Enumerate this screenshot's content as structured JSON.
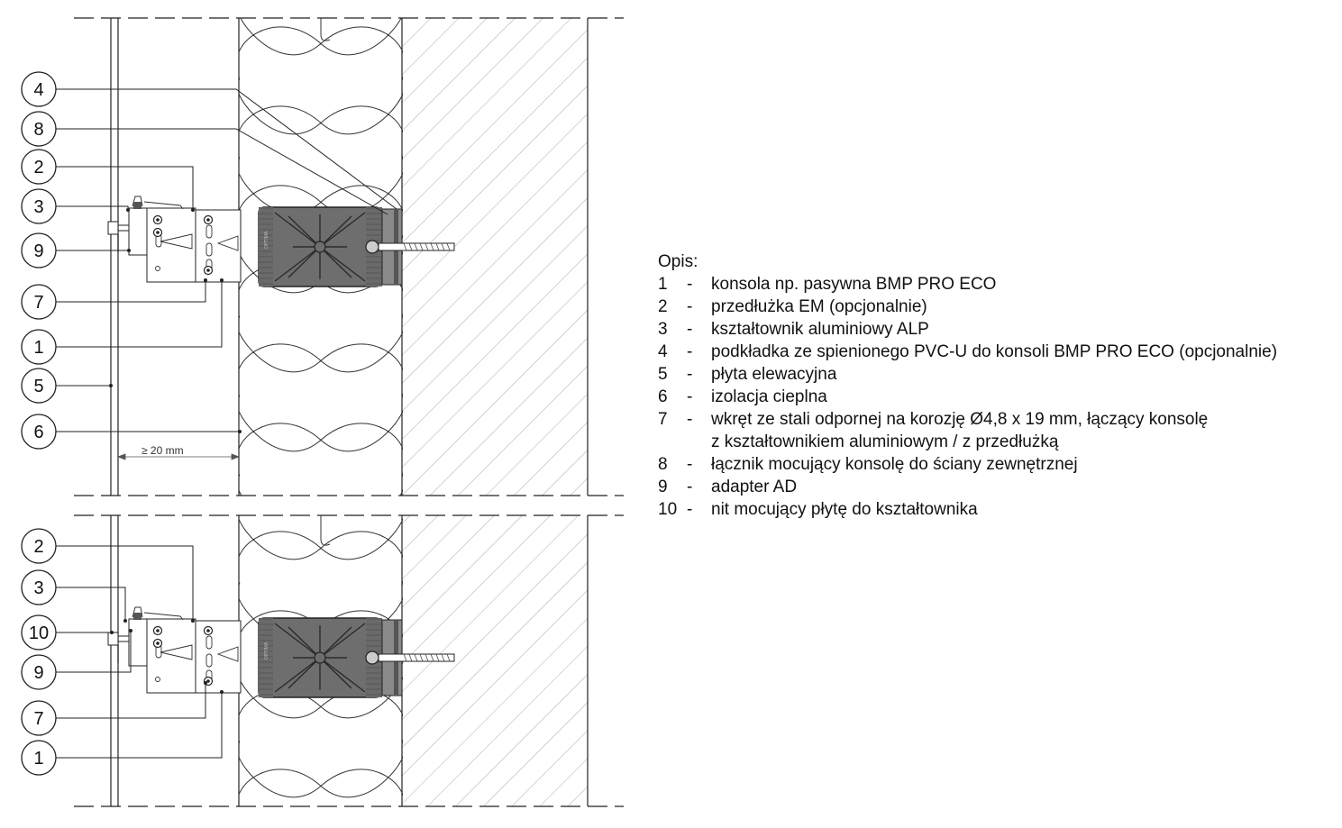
{
  "drawing": {
    "sections": [
      {
        "id": "top",
        "callouts": [
          {
            "label": "4"
          },
          {
            "label": "8"
          },
          {
            "label": "2"
          },
          {
            "label": "3"
          },
          {
            "label": "9"
          },
          {
            "label": "7"
          },
          {
            "label": "1"
          },
          {
            "label": "5"
          },
          {
            "label": "6"
          }
        ],
        "dimension": "≥ 20 mm"
      },
      {
        "id": "bottom",
        "callouts": [
          {
            "label": "2"
          },
          {
            "label": "3"
          },
          {
            "label": "10"
          },
          {
            "label": "9"
          },
          {
            "label": "7"
          },
          {
            "label": "1"
          }
        ]
      }
    ],
    "bracket_brand": "OPTIMA"
  },
  "legend": {
    "title": "Opis:",
    "items": [
      {
        "num": "1",
        "dash": "-",
        "text": "konsola np. pasywna BMP PRO ECO"
      },
      {
        "num": "2",
        "dash": "-",
        "text": "przedłużka EM (opcjonalnie)"
      },
      {
        "num": "3",
        "dash": "-",
        "text": "kształtownik aluminiowy ALP"
      },
      {
        "num": "4",
        "dash": "-",
        "text": "podkładka ze spienionego PVC-U do konsoli BMP PRO ECO (opcjonalnie)"
      },
      {
        "num": "5",
        "dash": "-",
        "text": "płyta elewacyjna"
      },
      {
        "num": "6",
        "dash": "-",
        "text": "izolacja cieplna"
      },
      {
        "num": "7",
        "dash": "-",
        "text": "wkręt ze stali odpornej na korozję Ø4,8 x 19 mm, łączący konsolę"
      },
      {
        "num": "",
        "dash": "",
        "text": "z kształtownikiem aluminiowym / z przedłużką"
      },
      {
        "num": "8",
        "dash": "-",
        "text": "łącznik mocujący konsolę do ściany zewnętrznej"
      },
      {
        "num": "9",
        "dash": "-",
        "text": "adapter AD"
      },
      {
        "num": "10",
        "dash": "-",
        "text": "nit mocujący płytę do kształtownika"
      }
    ]
  }
}
